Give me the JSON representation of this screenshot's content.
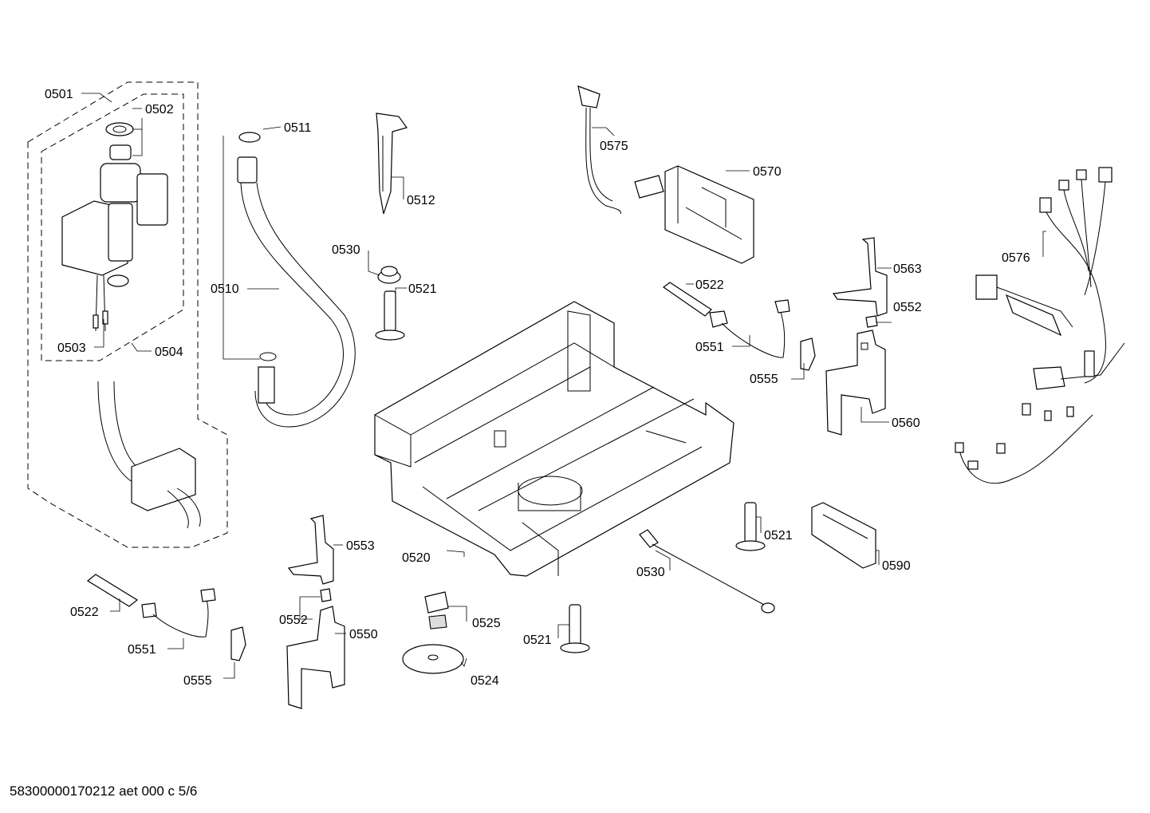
{
  "footer": {
    "code": "58300000170212 aet 000 c 5/6"
  },
  "labels": {
    "l0501": "0501",
    "l0502": "0502",
    "l0503": "0503",
    "l0504": "0504",
    "l0510": "0510",
    "l0511": "0511",
    "l0512": "0512",
    "l0530_top": "0530",
    "l0521_top": "0521",
    "l0575": "0575",
    "l0570": "0570",
    "l0522_top": "0522",
    "l0551_top": "0551",
    "l0563": "0563",
    "l0552_top": "0552",
    "l0555_top": "0555",
    "l0560": "0560",
    "l0576": "0576",
    "l0520": "0520",
    "l0553": "0553",
    "l0552_mid": "0552",
    "l0550": "0550",
    "l0525": "0525",
    "l0524": "0524",
    "l0521_bot": "0521",
    "l0530_bot": "0530",
    "l0521_right": "0521",
    "l0590": "0590",
    "l0522_bot": "0522",
    "l0551_bot": "0551",
    "l0555_bot": "0555"
  },
  "colors": {
    "line": "#000000",
    "background": "#ffffff",
    "shade": "#dcdcdc"
  }
}
